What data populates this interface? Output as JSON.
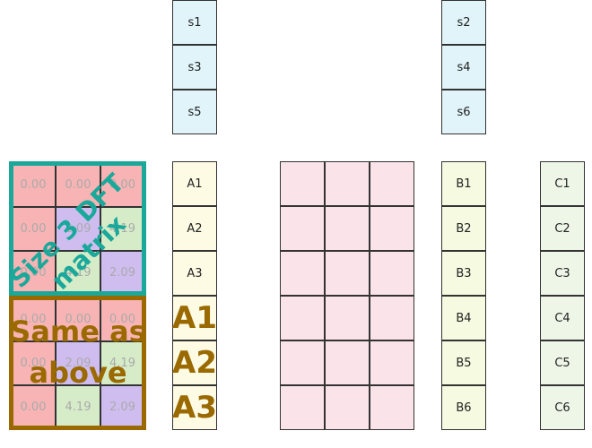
{
  "s_left": [
    "s1",
    "s3",
    "s5"
  ],
  "s_right": [
    "s2",
    "s4",
    "s6"
  ],
  "a_small": [
    "A1",
    "A2",
    "A3"
  ],
  "a_big": [
    "A1",
    "A2",
    "A3"
  ],
  "b_column": [
    "B1",
    "B2",
    "B3",
    "B4",
    "B5",
    "B6"
  ],
  "c_column": [
    "C1",
    "C2",
    "C3",
    "C4",
    "C5",
    "C6"
  ],
  "matrix_top": [
    [
      "0.00",
      "0.00",
      "0.00"
    ],
    [
      "0.00",
      "2.09",
      "4.19"
    ],
    [
      "0.00",
      "4.19",
      "2.09"
    ]
  ],
  "matrix_bottom": [
    [
      "0.00",
      "0.00",
      "0.00"
    ],
    [
      "0.00",
      "2.09",
      "4.19"
    ],
    [
      "0.00",
      "4.19",
      "2.09"
    ]
  ],
  "annotations": {
    "top_line1": "Size 3 DFT",
    "top_line2": "matrix",
    "bottom_line1": "Same as",
    "bottom_line2": "above"
  },
  "colors": {
    "teal_frame": "#1aa89a",
    "brown_frame": "#9a6a00",
    "matrix_red": "#f8b4b4",
    "matrix_purple": "#cfbdf0",
    "matrix_green": "#d6ecc8",
    "pink_grid": "#fbe3ea"
  }
}
